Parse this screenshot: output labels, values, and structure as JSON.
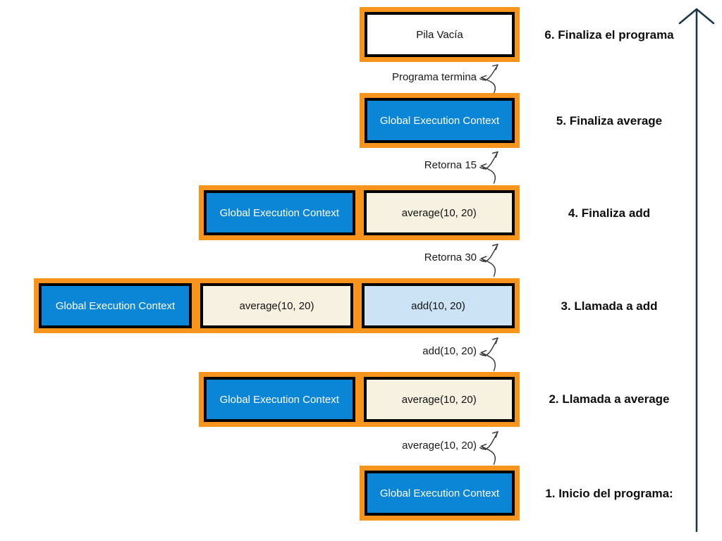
{
  "colors": {
    "frame-orange": "#F7941D",
    "gec-blue": "#0B86D6",
    "stack-cream": "#F6F1E1",
    "active-blue": "#CBE3F5",
    "arrow-dark": "#1C3947",
    "squiggle-gray": "#3B3B3B"
  },
  "stages": [
    {
      "step": "6",
      "label": "6. Finaliza el programa",
      "boxes": [
        {
          "type": "empty-stack",
          "text": "Pila Vacía"
        }
      ]
    },
    {
      "step": "5",
      "label": "5. Finaliza average",
      "boxes": [
        {
          "type": "global-execution-context",
          "text": "Global Execution Context"
        }
      ]
    },
    {
      "step": "4",
      "label": "4. Finaliza add",
      "boxes": [
        {
          "type": "global-execution-context",
          "text": "Global Execution Context"
        },
        {
          "type": "stack-frame",
          "text": "average(10, 20)"
        }
      ]
    },
    {
      "step": "3",
      "label": "3. Llamada a add",
      "boxes": [
        {
          "type": "global-execution-context",
          "text": "Global Execution Context"
        },
        {
          "type": "stack-frame",
          "text": "average(10, 20)"
        },
        {
          "type": "active-stack-frame",
          "text": "add(10, 20)"
        }
      ]
    },
    {
      "step": "2",
      "label": "2. Llamada a average",
      "boxes": [
        {
          "type": "global-execution-context",
          "text": "Global Execution Context"
        },
        {
          "type": "stack-frame",
          "text": "average(10, 20)"
        }
      ]
    },
    {
      "step": "1",
      "label": "1. Inicio del programa:",
      "boxes": [
        {
          "type": "global-execution-context",
          "text": "Global Execution Context"
        }
      ]
    }
  ],
  "transitions": [
    {
      "label": "Programa termina"
    },
    {
      "label": "Retorna 15"
    },
    {
      "label": "Retorna 30"
    },
    {
      "label": "add(10, 20)"
    },
    {
      "label": "average(10, 20)"
    }
  ]
}
